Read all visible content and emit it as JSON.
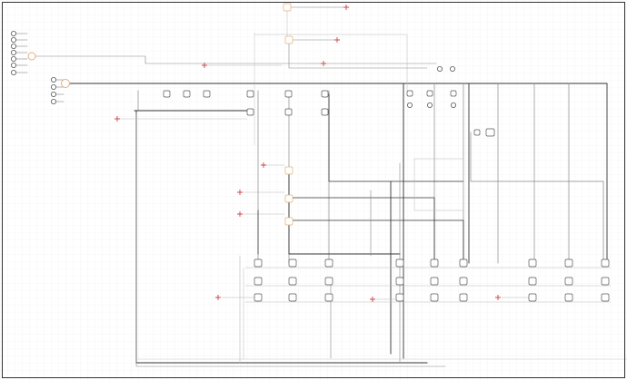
{
  "title": "",
  "colors": {
    "background": "#ffffff",
    "grid": "#eeeeee",
    "wire_dark": "#333333",
    "wire_mid": "#888888",
    "wire_light": "#b8b8b8",
    "accent_red": "#cc4444",
    "accent_orange": "#e8b07a",
    "block_stroke": "#555555",
    "frame": "#333333"
  },
  "nodes": [
    {
      "kind": "io",
      "id": "in1"
    },
    {
      "kind": "io",
      "id": "in2"
    },
    {
      "kind": "io",
      "id": "in3"
    },
    {
      "kind": "io",
      "id": "in4"
    },
    {
      "kind": "io",
      "id": "in5"
    },
    {
      "kind": "io",
      "id": "in6"
    },
    {
      "kind": "junction",
      "id": "j1"
    },
    {
      "kind": "io",
      "id": "in7"
    },
    {
      "kind": "io",
      "id": "in8"
    },
    {
      "kind": "io",
      "id": "in9"
    },
    {
      "kind": "io",
      "id": "in10"
    },
    {
      "kind": "junction",
      "id": "j2"
    },
    {
      "kind": "source",
      "id": "s-top"
    },
    {
      "kind": "source",
      "id": "s-top2"
    },
    {
      "kind": "block",
      "id": "row1"
    },
    {
      "kind": "block",
      "id": "row2"
    },
    {
      "kind": "block",
      "id": "mid"
    },
    {
      "kind": "matrix",
      "id": "grid"
    }
  ]
}
